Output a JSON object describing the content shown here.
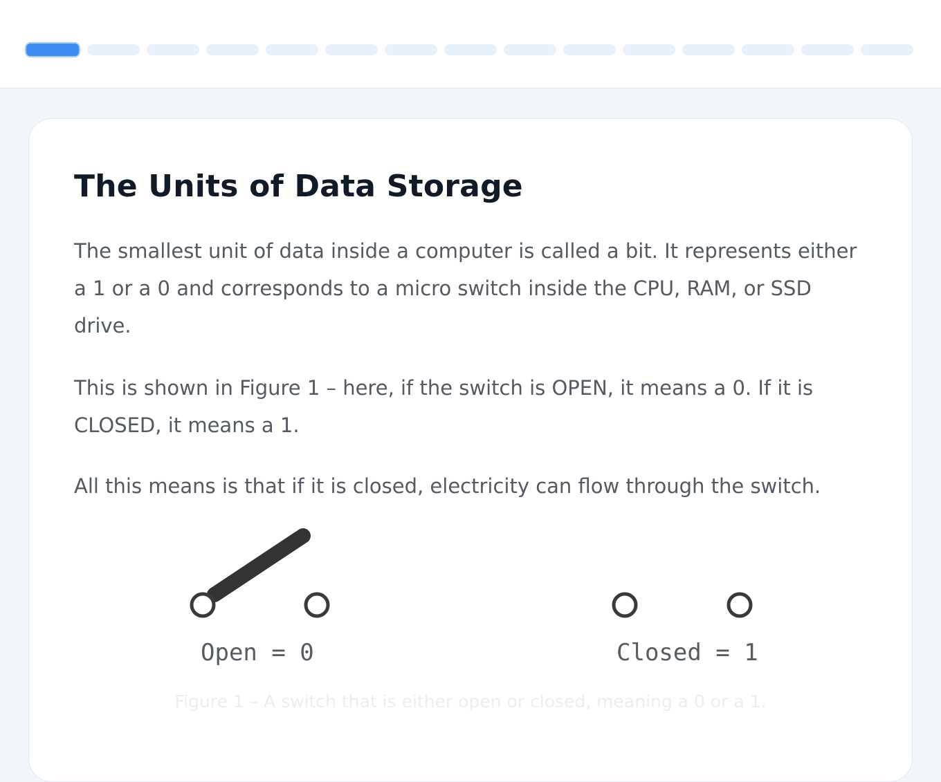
{
  "progress": {
    "total_steps": 15,
    "current_step": 1
  },
  "lesson": {
    "title": "The Units of Data Storage",
    "paragraphs": [
      "The smallest unit of data inside a computer is called a bit. It represents either a 1 or a 0 and corresponds to a micro switch inside the CPU, RAM, or SSD drive.",
      "This is shown in Figure 1 – here, if the switch is OPEN, it means a 0. If it is CLOSED, it means a 1.",
      "All this means is that if it is closed, electricity can flow through the switch."
    ],
    "figure": {
      "open_label": "Open = 0",
      "closed_label": "Closed = 1",
      "caption": "Figure 1 – A switch that is either open or closed, meaning a 0 or a 1."
    }
  },
  "colors": {
    "accent": "#3d8cf0",
    "step_inactive": "#e8f0fb",
    "title": "#111b28",
    "body_text": "#535a63"
  }
}
